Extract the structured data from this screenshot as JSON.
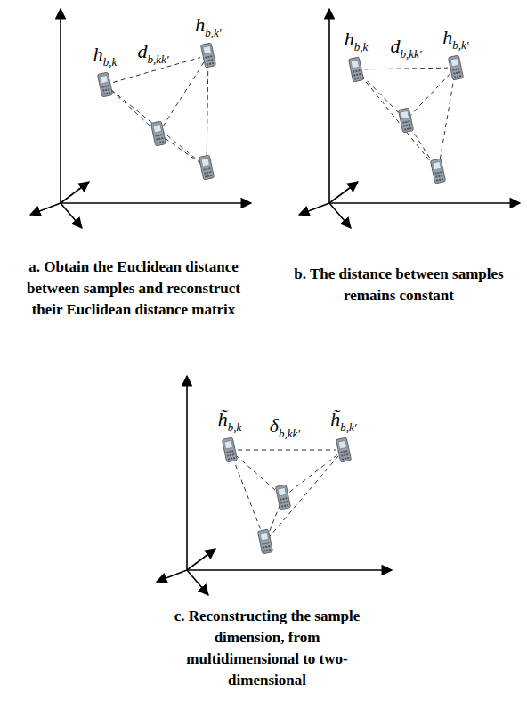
{
  "diagram": {
    "nodes": [
      {
        "text": [
          "h",
          "b,k"
        ]
      },
      {
        "text": [
          "h",
          "b,k′"
        ]
      },
      {
        "text": [
          "h",
          "b,k"
        ]
      },
      {
        "text": [
          "h",
          "b,k′"
        ]
      },
      {
        "text": [
          "h̃",
          "b,k"
        ]
      },
      {
        "text": [
          "h̃",
          "b,k′"
        ]
      }
    ],
    "edges": [
      {
        "from": 0,
        "to": 1,
        "arrow": "none"
      },
      {
        "from": 2,
        "to": 3,
        "arrow": "none"
      },
      {
        "from": 4,
        "to": 5,
        "arrow": "none"
      }
    ],
    "labels": [
      "d",
      "b,kk′",
      "d",
      "b,kk′",
      "δ",
      "b,kk′",
      "a. Obtain the Euclidean distance between samples and reconstruct their Euclidean distance matrix",
      "b. The distance between samples remains constant",
      "c. Reconstructing the sample dimension, from multidimensional to two-dimensional"
    ]
  }
}
